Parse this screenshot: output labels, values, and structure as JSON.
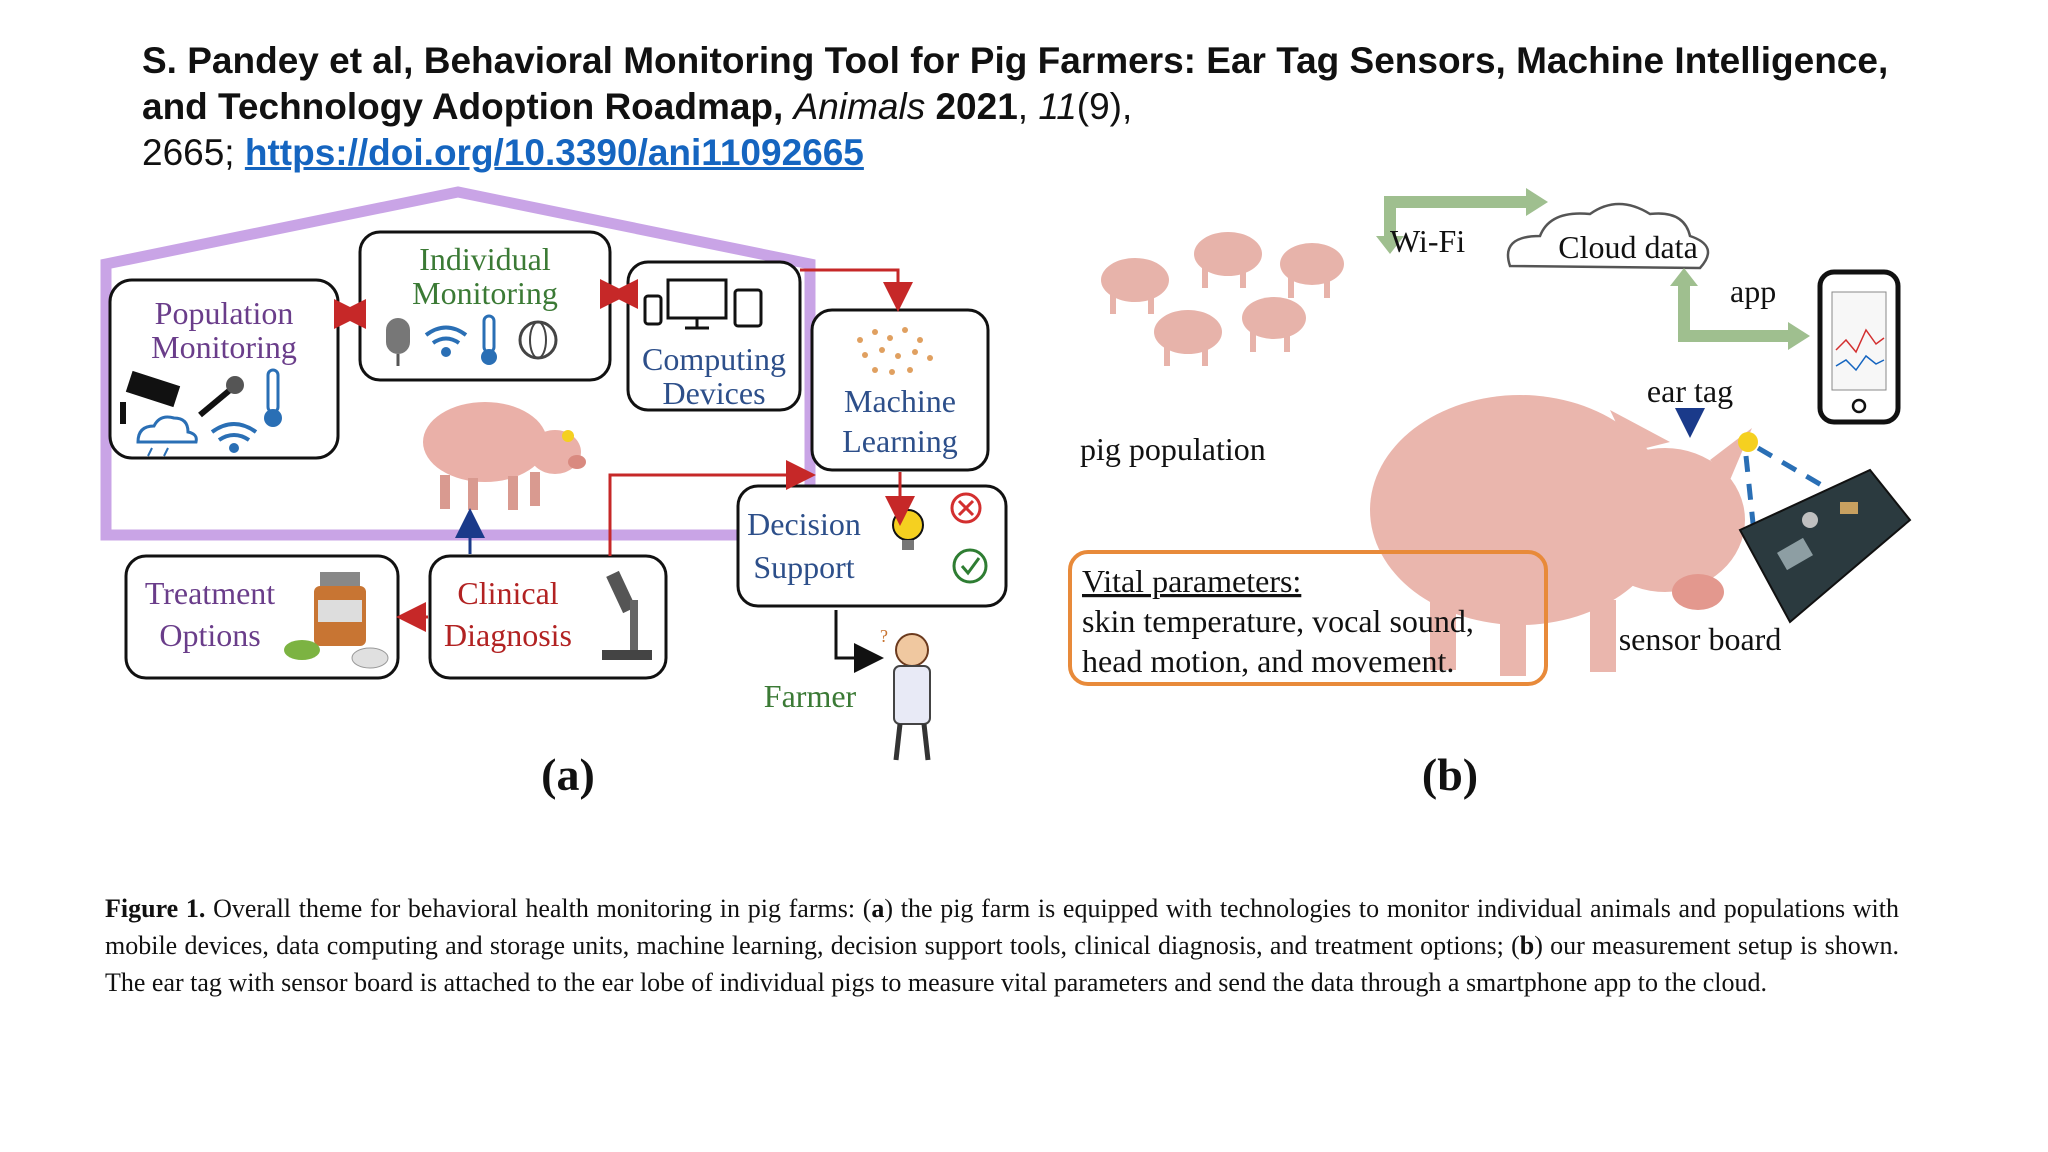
{
  "citation": {
    "authors_title": "S. Pandey et al, Behavioral Monitoring Tool for Pig Farmers: Ear Tag Sensors, Machine Intelligence, and Technology Adoption Roadmap,",
    "journal": "Animals",
    "year": "2021",
    "volume": "11",
    "issue": "(9),",
    "pages": "2665;",
    "doi_url": "https://doi.org/10.3390/ani11092665"
  },
  "panel_a": {
    "label": "(a)",
    "population_l1": "Population",
    "population_l2": "Monitoring",
    "individual_l1": "Individual",
    "individual_l2": "Monitoring",
    "computing_l1": "Computing",
    "computing_l2": "Devices",
    "ml_l1": "Machine",
    "ml_l2": "Learning",
    "decision_l1": "Decision",
    "decision_l2": "Support",
    "treatment_l1": "Treatment",
    "treatment_l2": "Options",
    "clinical_l1": "Clinical",
    "clinical_l2": "Diagnosis",
    "farmer": "Farmer"
  },
  "panel_b": {
    "label": "(b)",
    "wifi": "Wi-Fi",
    "cloud": "Cloud data",
    "app": "app",
    "ear_tag": "ear tag",
    "pig_population": "pig population",
    "vital_title": "Vital parameters:",
    "vital_l1": "skin temperature, vocal sound,",
    "vital_l2": "head motion, and movement.",
    "sensor_board": "sensor board"
  },
  "caption": {
    "label": "Figure 1.",
    "p1": " Overall theme for behavioral health monitoring in pig farms: (",
    "a": "a",
    "p2": ") the pig farm is equipped with technologies to monitor individual animals and populations with mobile devices, data computing and storage units, machine learning, decision support tools, clinical diagnosis, and treatment options; (",
    "b": "b",
    "p3": ") our measurement setup is shown. The ear tag with sensor board is attached to the ear lobe of individual pigs to measure vital parameters and send the data through a smartphone app to the cloud."
  },
  "colors": {
    "house": "#c9a4e6",
    "arrow_red": "#c62828",
    "arrow_blue": "#1a3a8a",
    "box_purple_text": "#6a3d8a",
    "box_green_text": "#3b7a35",
    "box_blue_text": "#2d4f8a",
    "box_red_text": "#b22222",
    "vital_border": "#e88a3a",
    "network_arrow": "#9fbf8f",
    "link_blue": "#1565c0"
  }
}
